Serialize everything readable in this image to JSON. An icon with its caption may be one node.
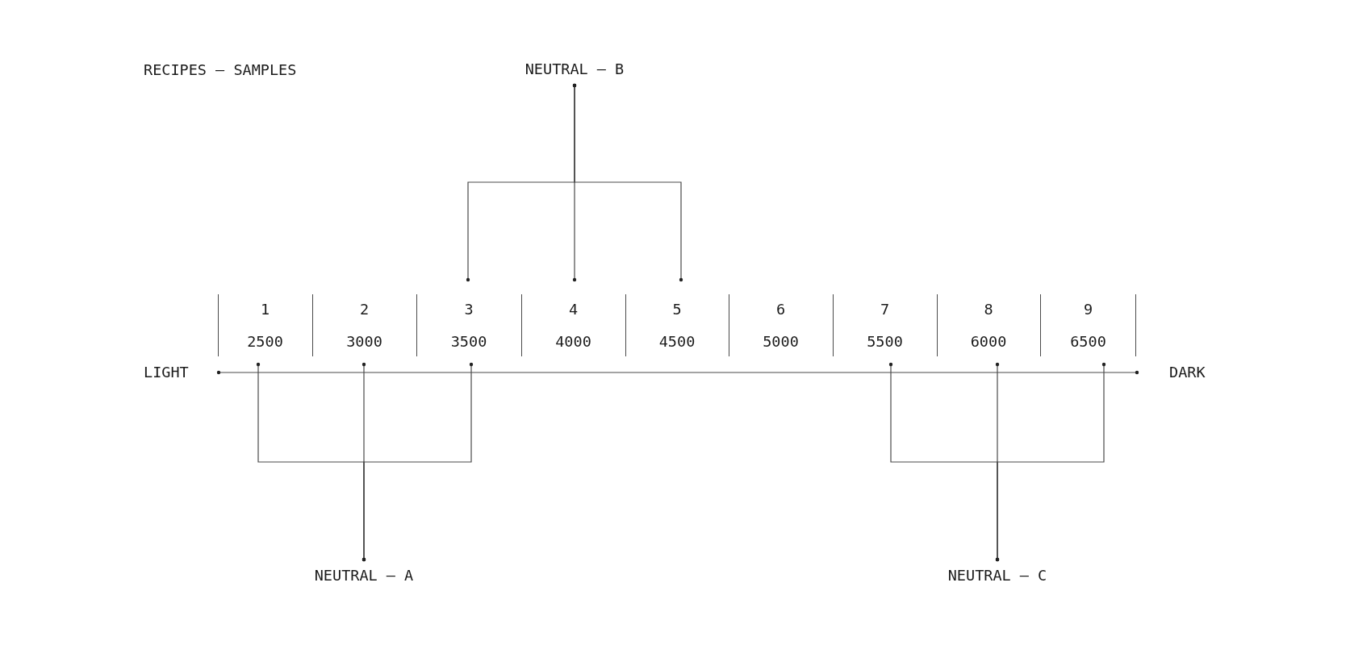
{
  "diagram": {
    "title": "RECIPES — SAMPLES",
    "nodes": [
      {
        "text": [
          "NEUTRAL — B"
        ]
      },
      {
        "text": [
          "1",
          "2500"
        ]
      },
      {
        "text": [
          "2",
          "3000"
        ]
      },
      {
        "text": [
          "3",
          "3500"
        ]
      },
      {
        "text": [
          "4",
          "4000"
        ]
      },
      {
        "text": [
          "5",
          "4500"
        ]
      },
      {
        "text": [
          "6",
          "5000"
        ]
      },
      {
        "text": [
          "7",
          "5500"
        ]
      },
      {
        "text": [
          "8",
          "6000"
        ]
      },
      {
        "text": [
          "9",
          "6500"
        ]
      },
      {
        "text": [
          "NEUTRAL — A"
        ]
      },
      {
        "text": [
          "NEUTRAL — C"
        ]
      }
    ],
    "edges": [
      {
        "from": 0,
        "to": 3,
        "arrow": "other"
      },
      {
        "from": 0,
        "to": 4,
        "arrow": "other"
      },
      {
        "from": 0,
        "to": 5,
        "arrow": "other"
      },
      {
        "from": 10,
        "to": 1,
        "arrow": "other"
      },
      {
        "from": 10,
        "to": 2,
        "arrow": "other"
      },
      {
        "from": 10,
        "to": 3,
        "arrow": "other"
      },
      {
        "from": 11,
        "to": 7,
        "arrow": "other"
      },
      {
        "from": 11,
        "to": 8,
        "arrow": "other"
      },
      {
        "from": 11,
        "to": 9,
        "arrow": "other"
      }
    ],
    "labels": [
      "LIGHT",
      "DARK"
    ]
  }
}
